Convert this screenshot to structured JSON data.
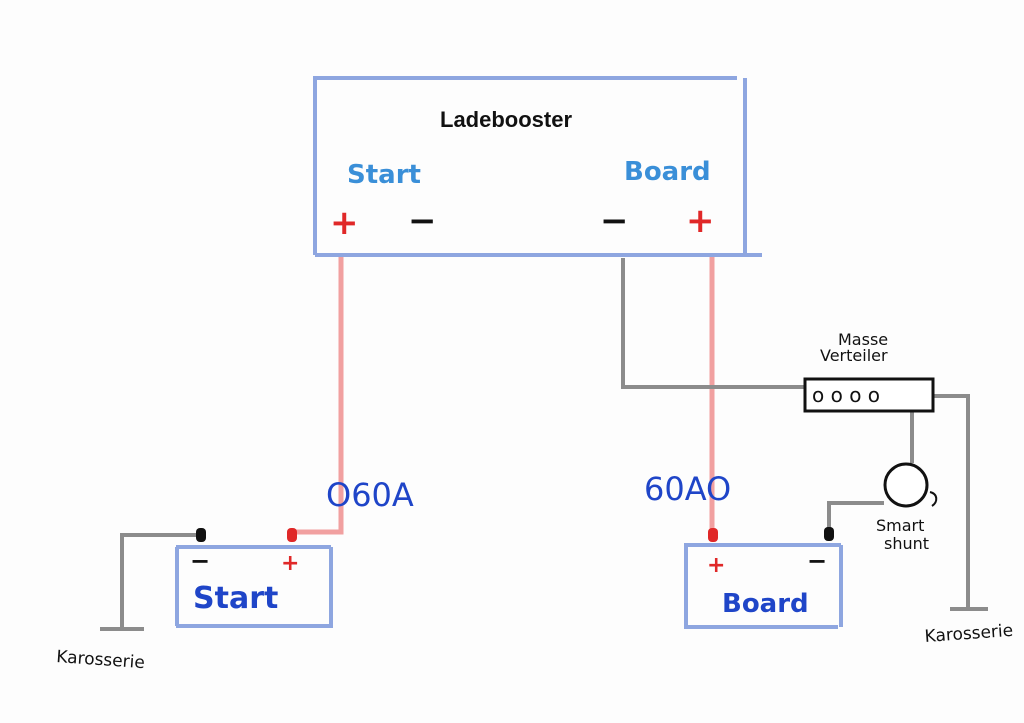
{
  "booster": {
    "title": "Ladebooster",
    "start_label": "Start",
    "board_label": "Board",
    "start_plus": "+",
    "start_minus": "−",
    "board_minus": "−",
    "board_plus": "+"
  },
  "fuses": {
    "start_fuse": "O60A",
    "board_fuse": "60AO"
  },
  "distributor": {
    "label_line1": "Masse",
    "label_line2": "Verteiler",
    "holes": "o o o o"
  },
  "shunt": {
    "label_line1": "Smart",
    "label_line2": "shunt"
  },
  "start_battery": {
    "label": "Start",
    "minus": "−",
    "plus": "+"
  },
  "board_battery": {
    "label": "Board",
    "plus": "+",
    "minus": "−"
  },
  "ground": {
    "left_label": "Karosserie",
    "right_label": "Karosserie"
  },
  "colors": {
    "box_blue": "#8ea6e0",
    "label_blue": "#3a8fd8",
    "fuse_blue": "#1f45c8",
    "plus_red": "#e02828",
    "wire_red": "#f1a0a0",
    "wire_gray": "#8c8c8c",
    "ink": "#111111"
  }
}
